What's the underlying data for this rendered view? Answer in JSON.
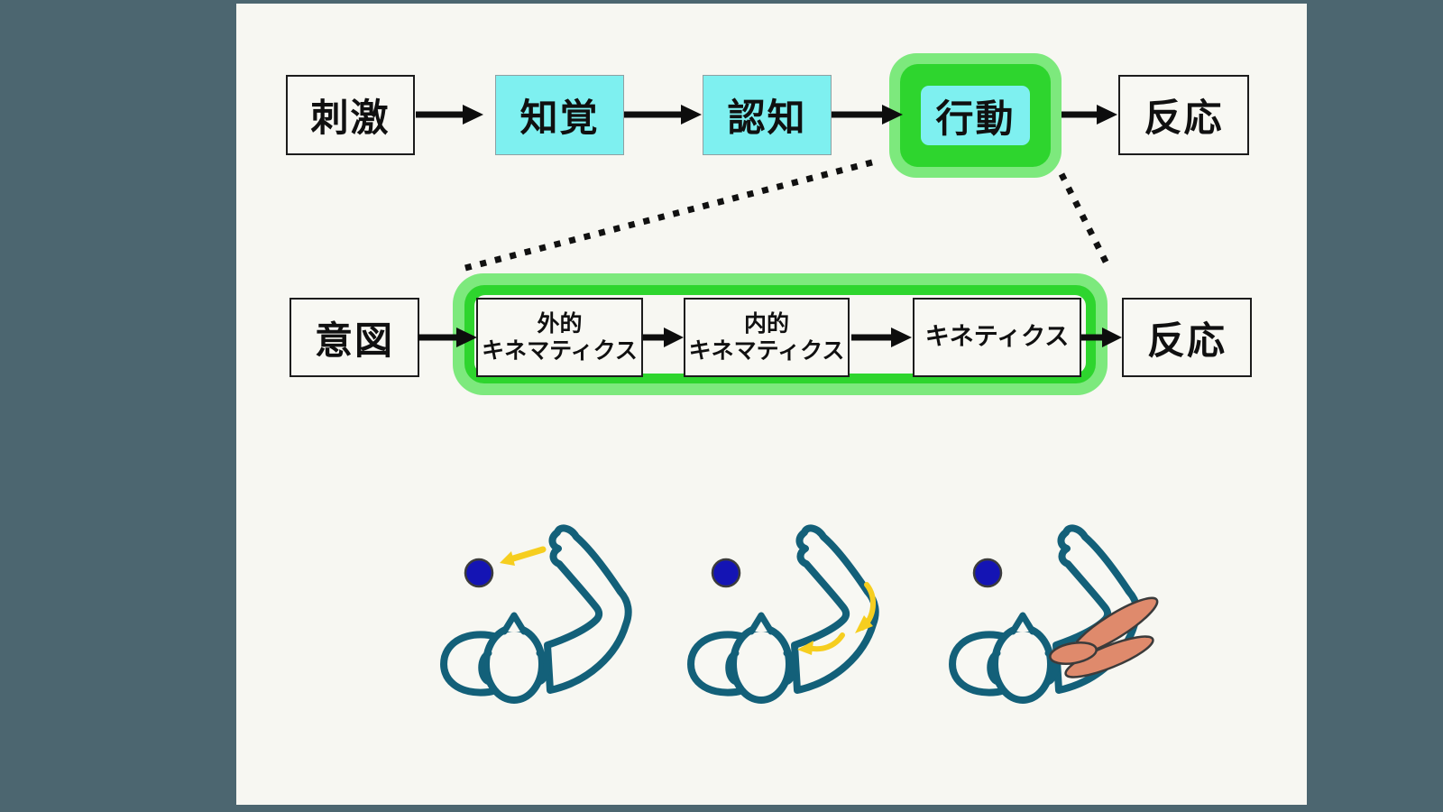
{
  "flow_top": {
    "boxes": [
      {
        "label": "刺激",
        "style": "plain"
      },
      {
        "label": "知覚",
        "style": "cyan"
      },
      {
        "label": "認知",
        "style": "cyan"
      },
      {
        "label": "行動",
        "style": "cyan-green-highlight"
      },
      {
        "label": "反応",
        "style": "plain"
      }
    ]
  },
  "flow_detail": {
    "intent": {
      "label": "意図"
    },
    "stages": [
      {
        "line1": "外的",
        "line2": "キネマティクス"
      },
      {
        "line1": "内的",
        "line2": "キネマティクス"
      },
      {
        "line1": "キネティクス",
        "line2": ""
      }
    ],
    "response": {
      "label": "反応"
    }
  },
  "figures": [
    {
      "name": "reaching-arm-endpoint-path-figure",
      "icon": "top-down person reaching, straight arrow from hand to target dot"
    },
    {
      "name": "reaching-arm-joint-rotation-figure",
      "icon": "top-down person reaching, curved arrows at elbow and shoulder joints"
    },
    {
      "name": "reaching-arm-muscle-activation-figure",
      "icon": "top-down person reaching with highlighted arm muscles"
    }
  ],
  "colors": {
    "frame_background": "#4C6670",
    "slide_background": "#F7F7F2",
    "box_cyan": "#7EF0F0",
    "highlight_green_outer": "#7DE97D",
    "highlight_green_inner": "#2ED52E",
    "flow_arrow_black": "#0d0d0d",
    "figure_outline_teal": "#136079",
    "target_dot_blue": "#1414B4",
    "motion_arrow_yellow": "#F6CE1F",
    "muscle_salmon": "#DF8A6C"
  }
}
